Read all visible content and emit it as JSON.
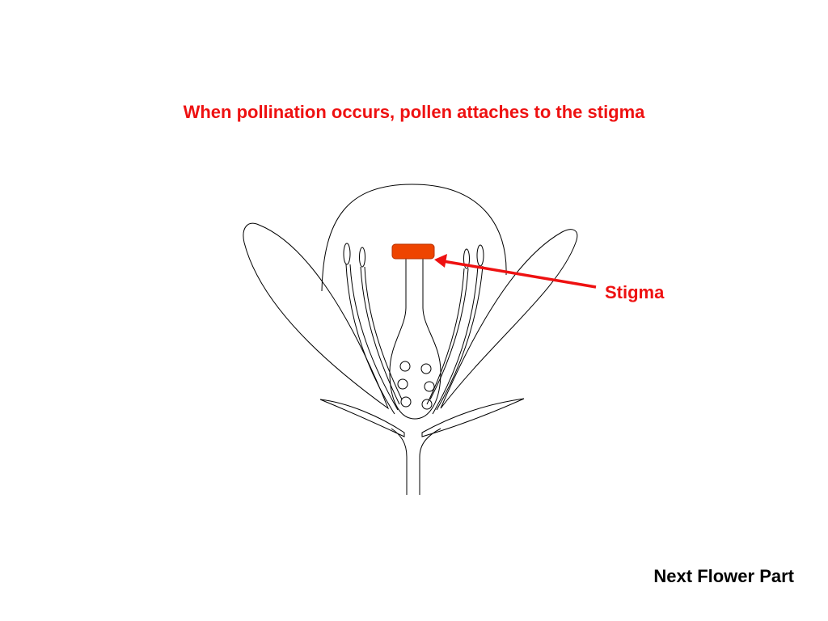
{
  "slide": {
    "caption": "When pollination occurs, pollen attaches to the stigma",
    "next_link": "Next Flower Part"
  },
  "diagram": {
    "labels": {
      "stigma": "Stigma"
    },
    "colors": {
      "caption": "#ee1111",
      "stigma_fill": "#ee4400",
      "pointer": "#ee1111",
      "outline": "#000000"
    }
  }
}
